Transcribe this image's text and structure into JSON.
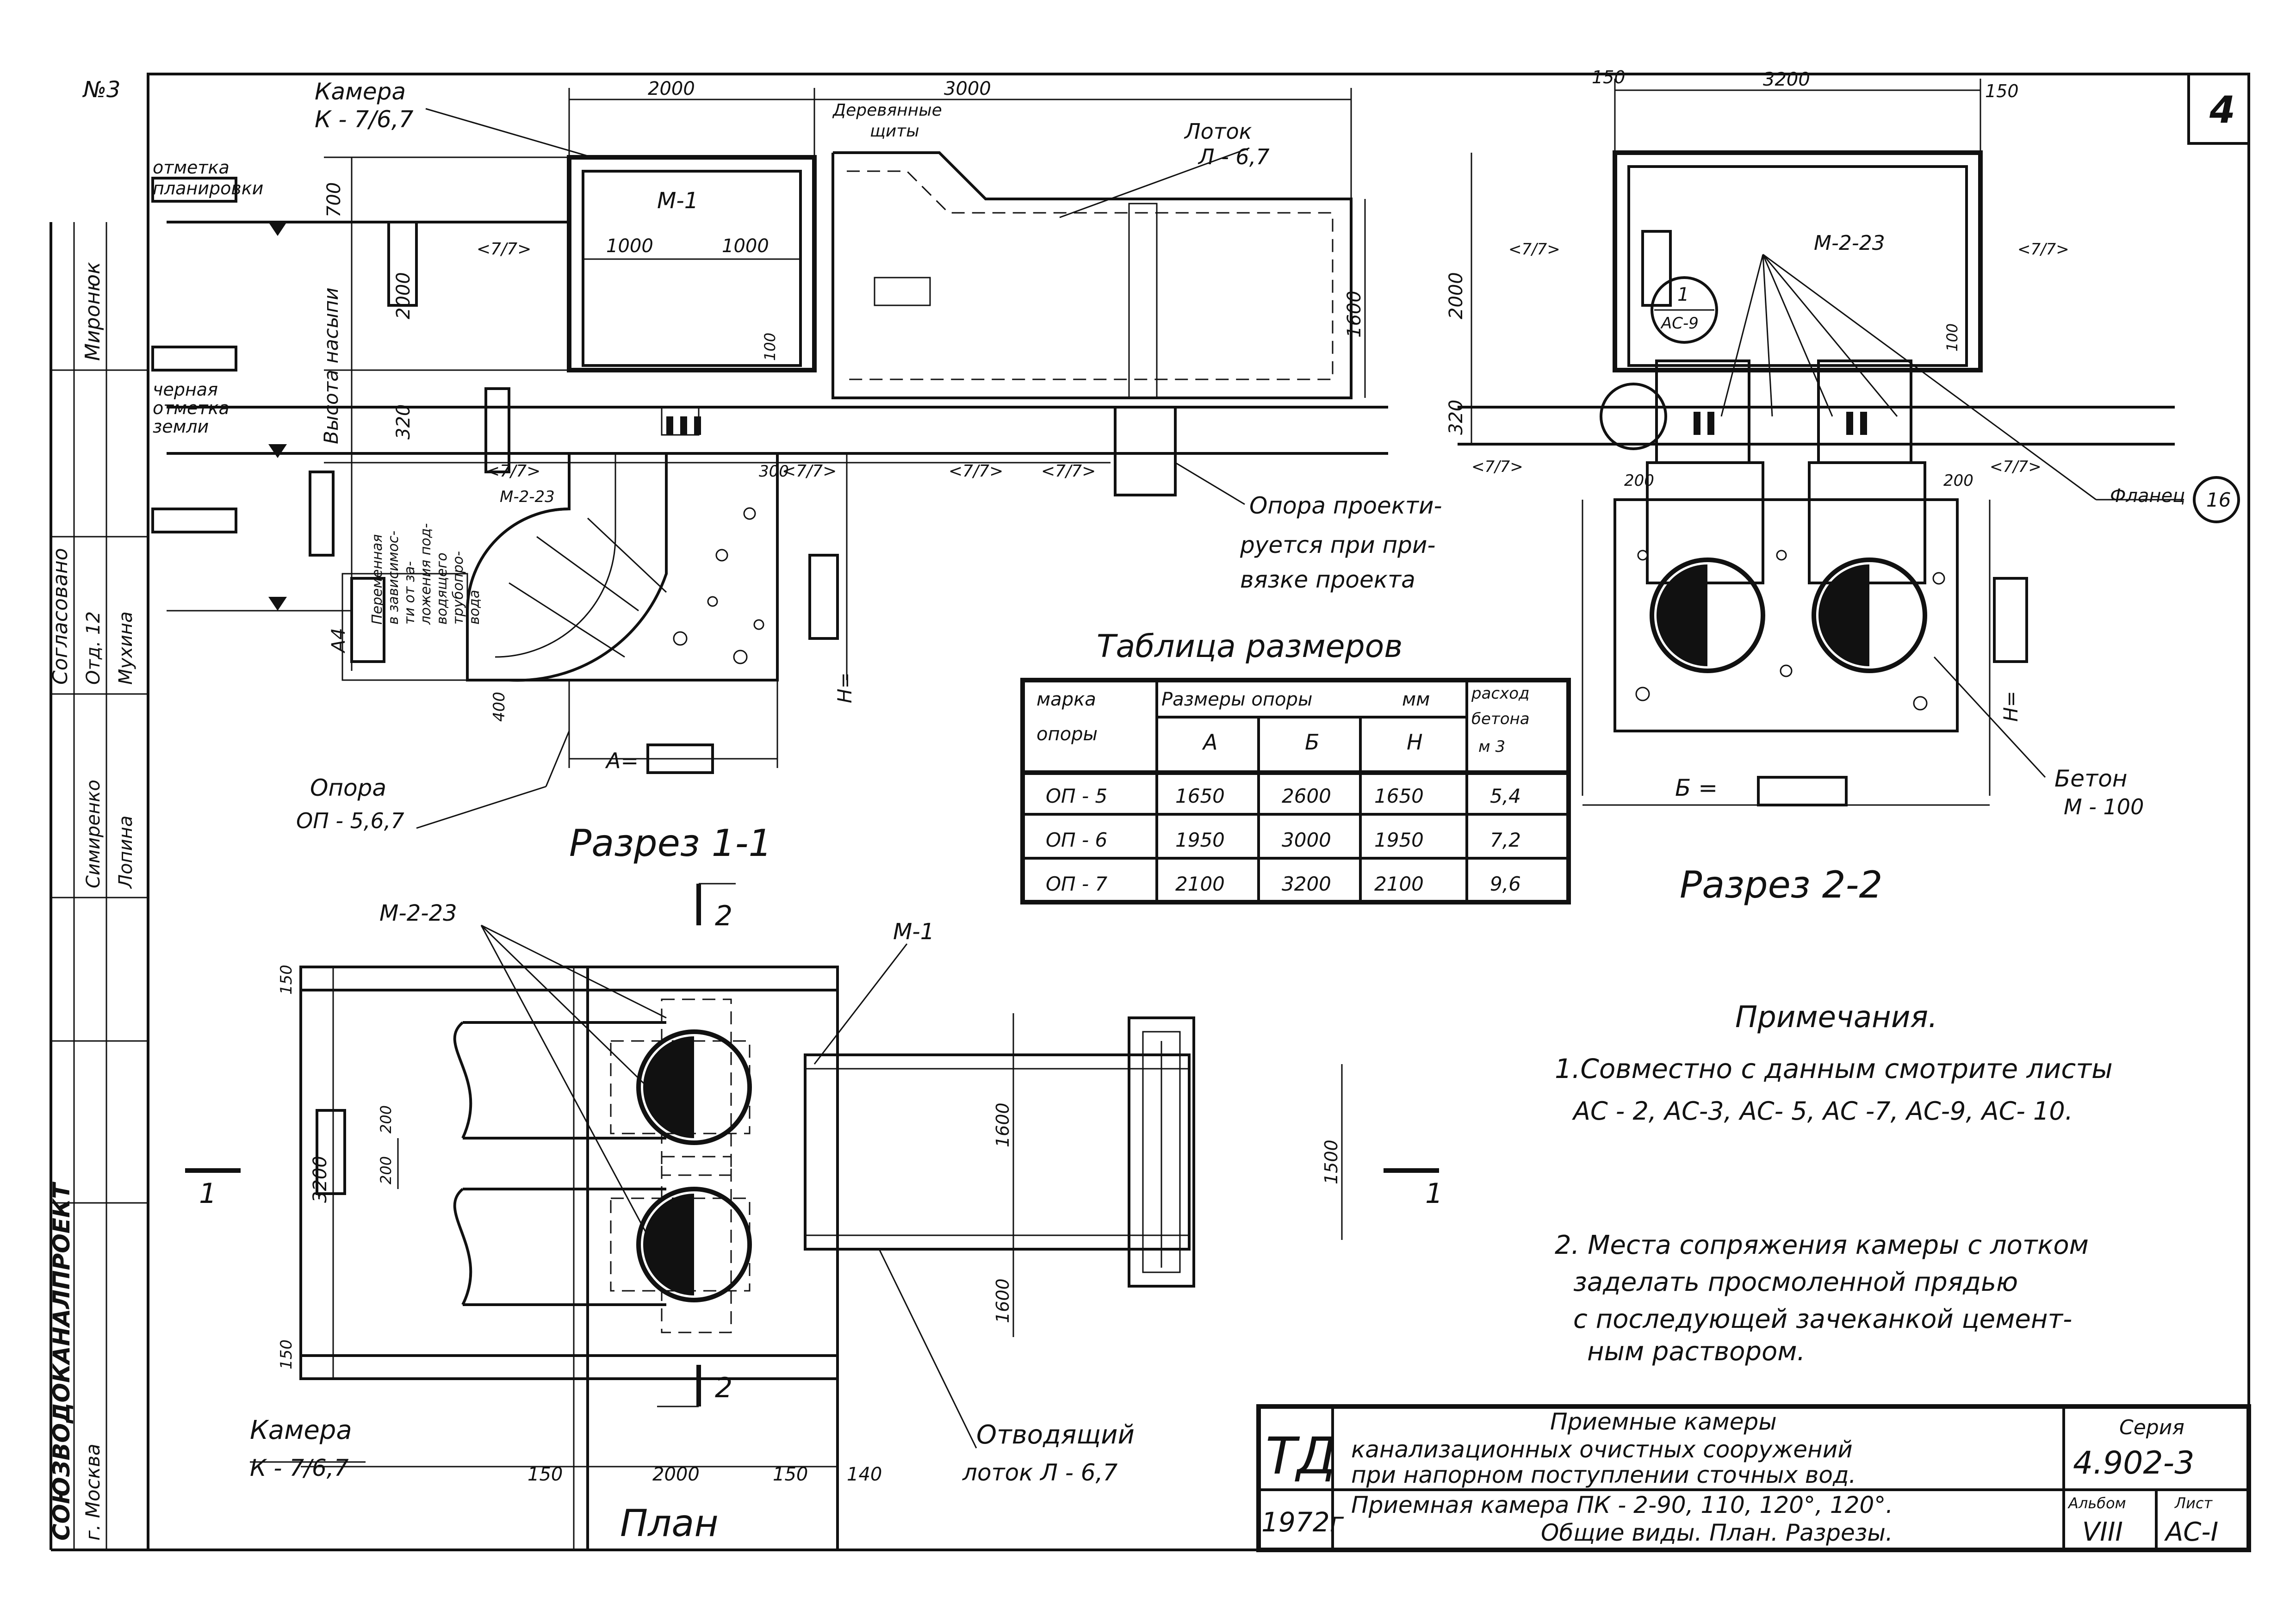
{
  "sheet_number": "4",
  "corner_note": "№3",
  "section_1_1": {
    "title": "Разрез 1-1",
    "label_chamber": "Камера",
    "label_chamber_mark": "К - 7/6,7",
    "label_planning_mark": [
      "отметка",
      "планировки"
    ],
    "label_black_mark": [
      "черная",
      "отметка",
      "земли"
    ],
    "label_fill_height": "Высота насыпи",
    "label_pipe_lay": [
      "Переменная",
      "в зависимос-",
      "ти от за-",
      "ложения под-",
      "водящего",
      "трубопро-",
      "вода"
    ],
    "label_wood_shields": [
      "Деревянные",
      "щиты"
    ],
    "label_tray": "Лоток",
    "label_tray_mark": "Л - 6,7",
    "label_m1": "М-1",
    "label_m223": "М-2-23",
    "label_support": "Опора",
    "label_support_mark": "ОП - 5,6,7",
    "support_note": [
      "Опора проекти-",
      "руется при при-",
      "вязке проекта"
    ],
    "soil_mark": "<7/7>",
    "dim_2000_top": "2000",
    "dim_3000": "3000",
    "dim_700": "700",
    "dim_2000_side": "2000",
    "dim_320": "320",
    "dim_1000_a": "1000",
    "dim_1000_b": "1000",
    "dim_100": "100",
    "dim_1600": "1600",
    "dim_300": "300",
    "dim_400": "400",
    "dim_A": "А=",
    "dim_H": "Н=",
    "dim_A4": "А4"
  },
  "section_2_2": {
    "title": "Разрез 2-2",
    "dim_150_l": "150",
    "dim_3200": "3200",
    "dim_150_r": "150",
    "dim_2000": "2000",
    "dim_320": "320",
    "dim_100": "100",
    "dim_200_l": "200",
    "dim_200_r": "200",
    "label_m223": "М-2-23",
    "callout_num": "1",
    "callout_sheet": "АС-9",
    "label_flange": "Фланец",
    "flange_num": "16",
    "label_concrete": "Бетон",
    "label_concrete_mark": "М - 100",
    "dim_B": "Б =",
    "dim_H": "Н="
  },
  "table": {
    "title": "Таблица размеров",
    "head_mark": [
      "марка",
      "опоры"
    ],
    "head_dims": [
      "Размеры опоры",
      "мм"
    ],
    "head_cols": [
      "А",
      "Б",
      "Н"
    ],
    "head_consumption": [
      "расход",
      "бетона",
      "м 3"
    ],
    "rows": [
      {
        "mark": "ОП - 5",
        "a": "1650",
        "b": "2600",
        "h": "1650",
        "v": "5,4"
      },
      {
        "mark": "ОП - 6",
        "a": "1950",
        "b": "3000",
        "h": "1950",
        "v": "7,2"
      },
      {
        "mark": "ОП - 7",
        "a": "2100",
        "b": "3200",
        "h": "2100",
        "v": "9,6"
      }
    ]
  },
  "plan": {
    "title": "План",
    "label_m223": "М-2-23",
    "label_m1": "М-1",
    "label_chamber": "Камера",
    "label_chamber_mark": "К - 7/6,7",
    "label_outlet": "Отводящий",
    "label_outlet_mark": "лоток  Л - 6,7",
    "cut_2": "2",
    "cut_1": "1",
    "dim_150_t": "150",
    "dim_3200": "3200",
    "dim_200_a": "200",
    "dim_200_b": "200",
    "dim_150_b": "150",
    "dim_1600_a": "1600",
    "dim_1600_b": "1600",
    "dim_1500": "1500",
    "dim_150_l": "150",
    "dim_2000": "2000",
    "dim_150_r": "150",
    "dim_140": "140"
  },
  "notes": {
    "title": "Примечания.",
    "n1": [
      "1.Совместно с данным смотрите листы",
      "АС - 2, АС-3, АС- 5, АС -7, АС-9, АС- 10."
    ],
    "n2": [
      "2. Места сопряжения камеры с лотком",
      "заделать просмоленной прядью",
      "с последующей зачеканкой цемент-",
      "ным раствором."
    ]
  },
  "side_stamp": {
    "rows": [
      "Миронюк",
      "Согласовано",
      "Отд. 12",
      "Симиренко",
      "Лопина",
      "Мухина"
    ],
    "org": [
      "СОЮЗВОДОКАНАЛПРОЕКТ",
      "г. Москва"
    ]
  },
  "title_block": {
    "logo": "ТД",
    "year": "1972г",
    "title_1": [
      "Приемные камеры",
      "канализационных очистных сооружений",
      "при напорном поступлении сточных вод."
    ],
    "title_2": [
      "Приемная камера  ПК - 2-90, 110, 120°, 120°.",
      "Общие виды. План. Разрезы."
    ],
    "series_label": "Серия",
    "series_value": "4.902-3",
    "album_label": "Альбом",
    "album_value": "VIII",
    "sheet_label": "Лист",
    "sheet_value": "АС-I"
  }
}
